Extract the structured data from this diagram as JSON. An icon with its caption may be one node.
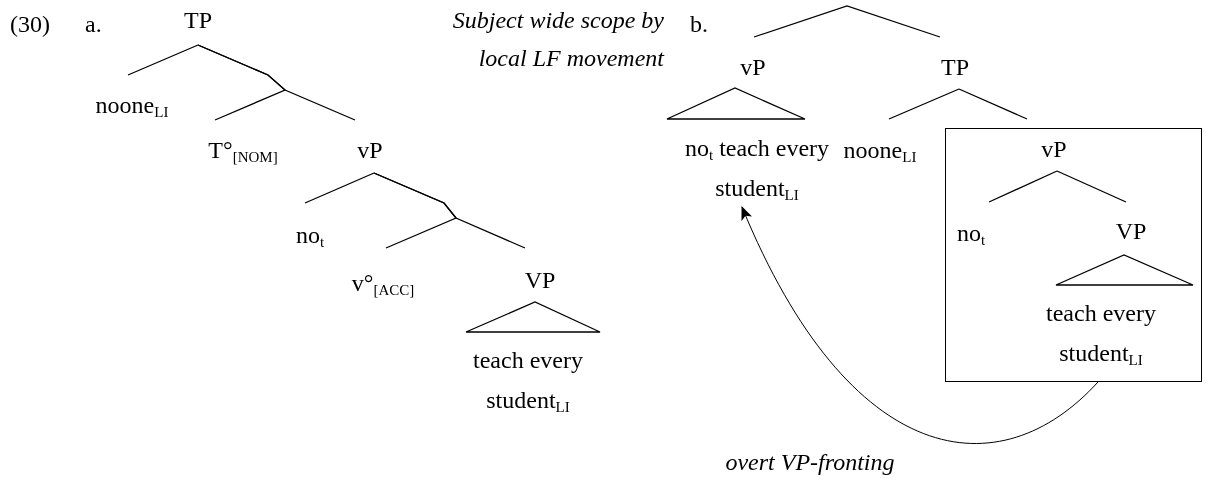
{
  "diagram": {
    "nodes": [
      {
        "text": [
          "TP"
        ]
      },
      {
        "text": [
          "noone$_{LI}$"
        ]
      },
      {
        "text": [
          "T°$_{[NOM]}$"
        ]
      },
      {
        "text": [
          "vP"
        ]
      },
      {
        "text": [
          "no$_{t}$"
        ]
      },
      {
        "text": [
          "v°$_{[ACC]}$"
        ]
      },
      {
        "text": [
          "VP"
        ]
      },
      {
        "text": [
          "teach every student$_{LI}$"
        ]
      },
      {
        "text": [
          "vP"
        ]
      },
      {
        "text": [
          "TP"
        ]
      },
      {
        "text": [
          "no$_{t}$ teach every student$_{LI}$"
        ]
      },
      {
        "text": [
          "noone$_{LI}$"
        ]
      },
      {
        "text": [],
        "shape": "box"
      },
      {
        "text": [
          "vP"
        ],
        "in": 12
      },
      {
        "text": [
          "no$_{t}$"
        ],
        "in": 12
      },
      {
        "text": [
          "VP"
        ],
        "in": 12
      },
      {
        "text": [
          "teach every student$_{LI}$"
        ],
        "in": 12
      }
    ],
    "edges": [
      {
        "from": 0,
        "to": 1,
        "arrow": "none"
      },
      {
        "from": 0,
        "to": 2,
        "arrow": "none"
      },
      {
        "from": 0,
        "to": 3,
        "arrow": "none"
      },
      {
        "from": 3,
        "to": 4,
        "arrow": "none"
      },
      {
        "from": 3,
        "to": 5,
        "arrow": "none"
      },
      {
        "from": 3,
        "to": 6,
        "arrow": "none"
      },
      {
        "from": 8,
        "to": 9,
        "arrow": "none"
      },
      {
        "from": 9,
        "to": 11,
        "arrow": "none"
      },
      {
        "from": 9,
        "to": 12,
        "arrow": "none"
      },
      {
        "from": 13,
        "to": 14,
        "arrow": "none"
      },
      {
        "from": 13,
        "to": 15,
        "arrow": "none"
      },
      {
        "from": 12,
        "to": 10,
        "arrow": "to",
        "label": "overt VP-fronting"
      }
    ],
    "labels": [
      "(30)",
      "a.",
      "Subject wide scope by local LF movement",
      "b."
    ]
  }
}
